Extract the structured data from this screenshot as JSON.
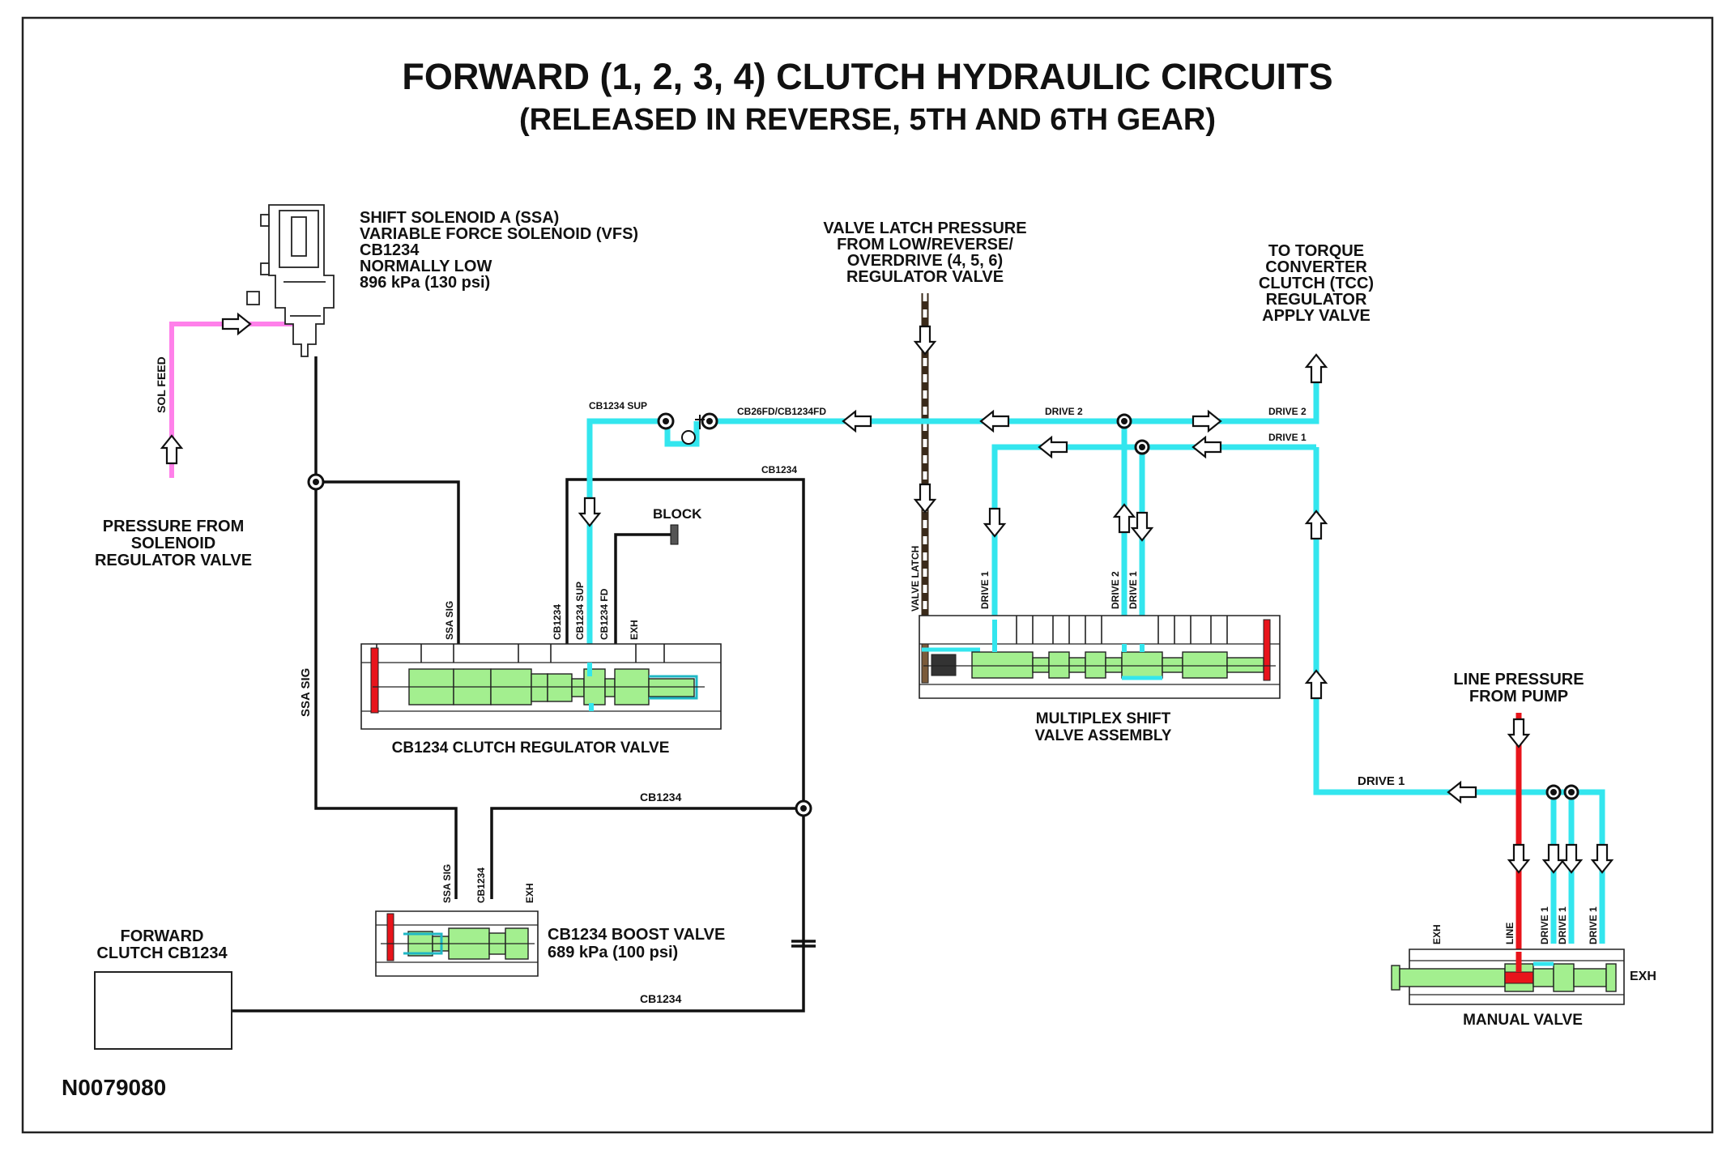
{
  "title": {
    "line1": "FORWARD (1, 2, 3, 4) CLUTCH HYDRAULIC CIRCUITS",
    "line2": "(RELEASED IN REVERSE, 5TH AND 6TH GEAR)"
  },
  "figure_id": "N0079080",
  "colors": {
    "drive_fluid": "#33e6ee",
    "solenoid_feed": "#ff80ea",
    "line_pressure": "#e8141b",
    "valve_spool": "#a3ef8f",
    "signal_line": "#111111"
  },
  "solenoid": {
    "lines": [
      "SHIFT SOLENOID A (SSA)",
      "VARIABLE FORCE SOLENOID (VFS)",
      "CB1234",
      "NORMALLY LOW",
      "896 kPa (130 psi)"
    ]
  },
  "sol_feed": {
    "label": "SOL FEED",
    "source_lines": [
      "PRESSURE FROM",
      "SOLENOID",
      "REGULATOR VALVE"
    ]
  },
  "valve_latch_source": {
    "lines": [
      "VALVE LATCH PRESSURE",
      "FROM LOW/REVERSE/",
      "OVERDRIVE (4, 5, 6)",
      "REGULATOR VALVE"
    ]
  },
  "tcc_dest": {
    "lines": [
      "TO TORQUE",
      "CONVERTER",
      "CLUTCH (TCC)",
      "REGULATOR",
      "APPLY VALVE"
    ]
  },
  "line_pressure_source": {
    "lines": [
      "LINE PRESSURE",
      "FROM PUMP"
    ]
  },
  "regulator_valve": {
    "name": "CB1234 CLUTCH REGULATOR VALVE",
    "ports": [
      "SSA SIG",
      "CB1234",
      "CB1234 SUP",
      "CB1234 FD",
      "EXH"
    ],
    "block_label": "BLOCK"
  },
  "boost_valve": {
    "lines": [
      "CB1234 BOOST VALVE",
      "689 kPa (100 psi)"
    ],
    "ports": [
      "SSA SIG",
      "CB1234",
      "EXH"
    ]
  },
  "multiplex_valve": {
    "lines": [
      "MULTIPLEX SHIFT",
      "VALVE ASSEMBLY"
    ],
    "ports": [
      "VALVE LATCH",
      "DRIVE 1",
      "DRIVE 2",
      "DRIVE 1"
    ]
  },
  "manual_valve": {
    "name": "MANUAL VALVE",
    "ports": [
      "EXH",
      "LINE",
      "DRIVE 1",
      "DRIVE 1",
      "DRIVE 1"
    ],
    "exh_right": "EXH"
  },
  "clutch": {
    "lines": [
      "FORWARD",
      "CLUTCH CB1234"
    ]
  },
  "circuit_labels": {
    "ssa_sig_vertical": "SSA SIG",
    "cb1234_top": "CB1234",
    "cb1234_mid": "CB1234",
    "cb1234_bottom": "CB1234",
    "cb1234_sup": "CB1234 SUP",
    "cb26fd": "CB26FD/CB1234FD",
    "drive2_mid": "DRIVE 2",
    "drive2_right": "DRIVE 2",
    "drive1_right": "DRIVE 1",
    "drive1_bottom": "DRIVE 1"
  }
}
